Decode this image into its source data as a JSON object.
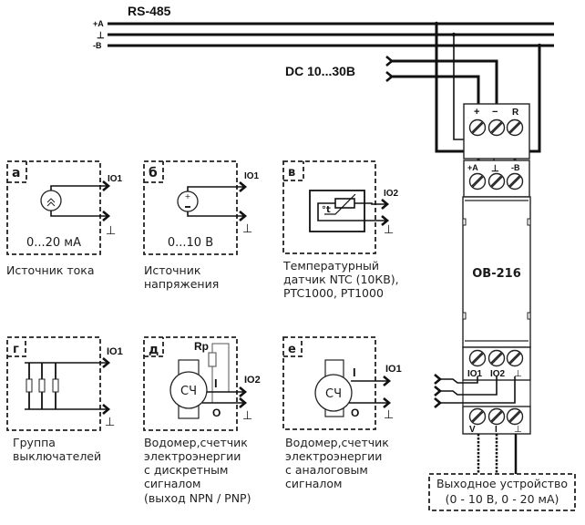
{
  "bus": {
    "title": "RS-485",
    "lines": [
      "+A",
      "⊥",
      "-B"
    ]
  },
  "power": {
    "label": "DC 10...30В"
  },
  "device": {
    "name": "ОВ-216",
    "top_terminal_labels": [
      "+",
      "−",
      "R"
    ],
    "rs485_terminal_labels": [
      "+A",
      "⊥",
      "-B"
    ],
    "io_terminal_labels": [
      "IO1",
      "IO2",
      "⊥"
    ],
    "out_terminal_labels": [
      "V",
      "I",
      "⊥"
    ]
  },
  "output_device": {
    "line1": "Выходное устройство",
    "line2": "(0 - 10 В, 0 - 20 мА)"
  },
  "variants": [
    {
      "id": "а",
      "value": "0...20 мА",
      "pin_top": "IO1",
      "pin_bottom": "⊥",
      "caption": [
        "Источник тока"
      ]
    },
    {
      "id": "б",
      "value": "0...10 В",
      "pin_top": "IO1",
      "pin_bottom": "⊥",
      "caption": [
        "Источник",
        "напряжения"
      ]
    },
    {
      "id": "в",
      "pin_top": "IO2",
      "pin_bottom": "⊥",
      "sensor_symbol": "°t",
      "caption": [
        "Температурный",
        "датчик NTC (10КВ),",
        "PTC1000, PT1000"
      ]
    },
    {
      "id": "г",
      "pin_top": "IO1",
      "pin_bottom": "⊥",
      "caption": [
        "Группа",
        "выключателей"
      ]
    },
    {
      "id": "д",
      "resistor": "Rp",
      "meter": "СЧ",
      "pin_i": "I",
      "pin_o": "O",
      "pin_top": "IO2",
      "pin_bottom": "⊥",
      "caption": [
        "Водомер,счетчик",
        "электроэнергии",
        "с дискретным",
        "сигналом",
        "(выход NPN / PNP)"
      ]
    },
    {
      "id": "е",
      "meter": "СЧ",
      "pin_i": "I",
      "pin_o": "O",
      "pin_top": "IO1",
      "pin_bottom": "⊥",
      "caption": [
        "Водомер,счетчик",
        "электроэнергии",
        "с аналоговым",
        "сигналом"
      ]
    }
  ]
}
